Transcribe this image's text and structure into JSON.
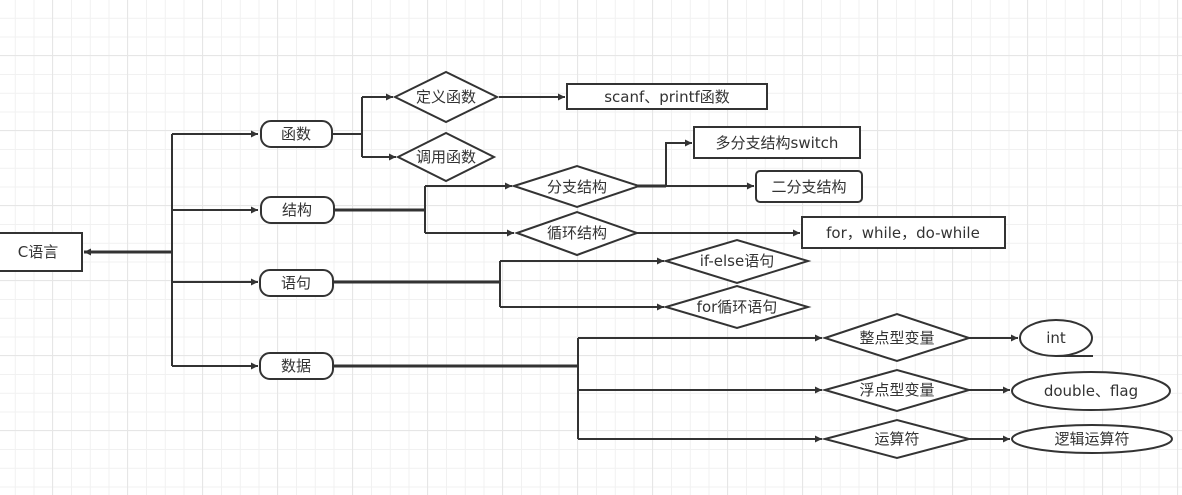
{
  "diagram": {
    "type": "mind-map flowchart",
    "root": {
      "label": "C语言"
    },
    "branches": [
      {
        "label": "函数"
      },
      {
        "label": "结构"
      },
      {
        "label": "语句"
      },
      {
        "label": "数据"
      }
    ],
    "nodes": {
      "define_func": "定义函数",
      "call_func": "调用函数",
      "scanf_printf": "scanf、printf函数",
      "branch_struct": "分支结构",
      "loop_struct": "循环结构",
      "switch": "多分支结构switch",
      "two_branch": "二分支结构",
      "loops": "for，while，do-while",
      "if_else": "if-else语句",
      "for_stmt": "for循环语句",
      "int_var": "整点型变量",
      "float_var": "浮点型变量",
      "operators": "运算符",
      "int": "int",
      "double_flag": "double、flag",
      "logic_ops": "逻辑运算符"
    },
    "colors": {
      "stroke": "#333333",
      "fill": "#ffffff",
      "grid": "#e6e6e6"
    }
  }
}
